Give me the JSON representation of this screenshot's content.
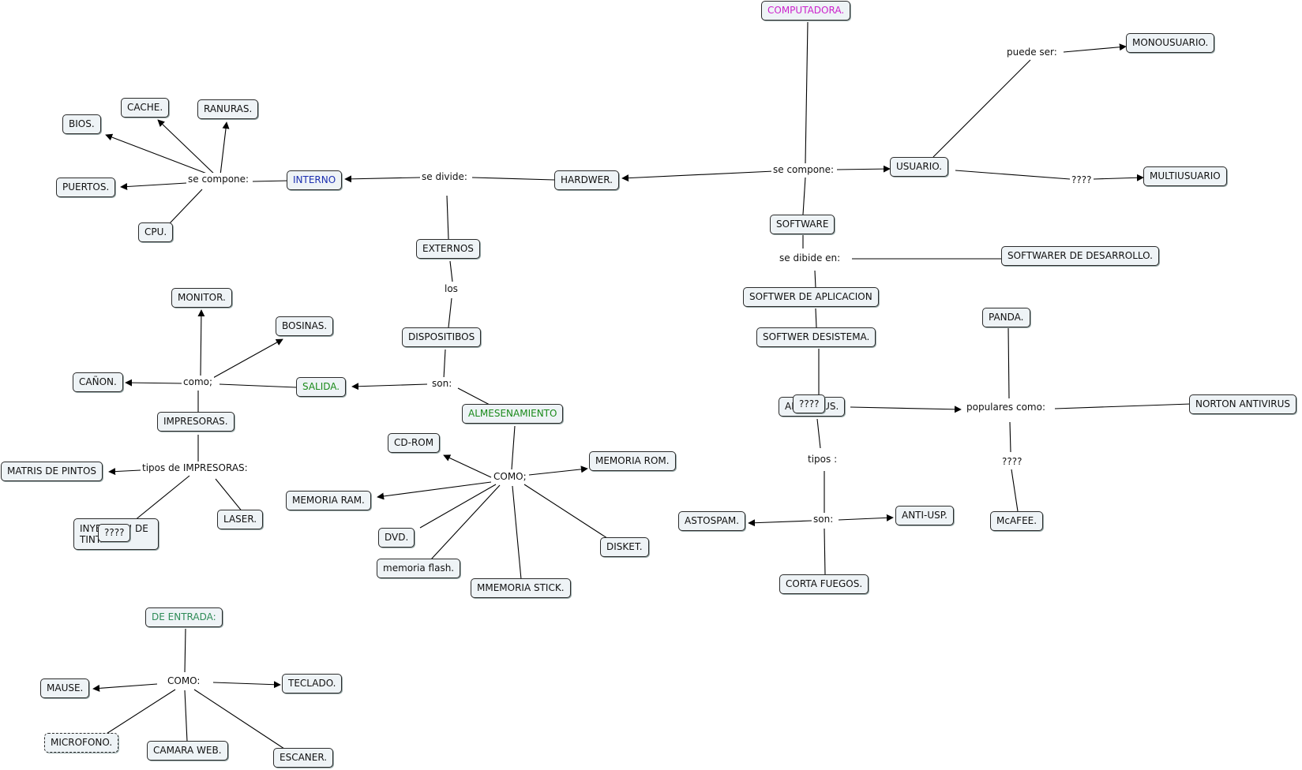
{
  "colors": {
    "magenta": "#cc22cc",
    "blue": "#1c2fb0",
    "green": "#1a8a1a",
    "teal": "#2e8b57"
  },
  "concepts": {
    "computadora": "COMPUTADORA.",
    "hardwer": "HARDWER.",
    "interno": "INTERNO",
    "bios": "BIOS.",
    "cache": "CACHE.",
    "ranuras": "RANURAS.",
    "puertos": "PUERTOS.",
    "cpu": "CPU.",
    "externos": "EXTERNOS",
    "dispositibos": "DISPOSITIBOS",
    "salida": "SALIDA.",
    "monitor": "MONITOR.",
    "bosinas": "BOSINAS.",
    "canon": "CAÑON.",
    "impresoras": "IMPRESORAS.",
    "matris": "MATRIS DE PINTOS",
    "inyeccion": "INYECCION DE TINTA.",
    "laser": "LASER.",
    "almacenamiento": "ALMESENAMIENTO",
    "cdrom": "CD-ROM",
    "memrom": "MEMORIA ROM.",
    "memram": "MEMORIA RAM.",
    "dvd": "DVD.",
    "disket": "DISKET.",
    "flash": "memoria flash.",
    "stick": "MMEMORIA STICK.",
    "entrada": "DE ENTRADA:",
    "mause": "MAUSE.",
    "teclado": "TECLADO.",
    "microfono": "MICROFONO.",
    "camara": "CAMARA WEB.",
    "escaner": "ESCANER.",
    "usuario": "USUARIO.",
    "monousuario": "MONOUSUARIO.",
    "multiusuario": "MULTIUSUARIO",
    "software": "SOFTWARE",
    "desarrollo": "SOFTWARER DE DESARROLLO.",
    "aplicacion": "SOFTWER DE APLICACION",
    "sistema": "SOFTWER DESISTEMA.",
    "antivirus": "ANTIVIRUS.",
    "panda": "PANDA.",
    "norton": "NORTON ANTIVIRUS",
    "mcafee": "McAFEE.",
    "astospam": "ASTOSPAM.",
    "antiusp": "ANTI-USP.",
    "cortafuegos": "CORTA FUEGOS."
  },
  "links": {
    "se_compone_main": "se compone:",
    "se_divide": "se divide:",
    "se_compone_interno": "se compone:",
    "los": "los",
    "son_disp": "son:",
    "como_salida": "como;",
    "tipos_impresoras": "tipos de IMPRESORAS:",
    "como_alm": "COMO;",
    "como_entrada": "COMO:",
    "puede_ser": "puede ser:",
    "qmarks_usuario": "????",
    "se_dibide": "se dibide en:",
    "tipos": "tipos :",
    "son_tipos": "son:",
    "populares": "populares como:",
    "qmarks_mcafee": "????"
  },
  "overlays": {
    "antivirus_marker": "????",
    "inyeccion_marker": "????"
  }
}
